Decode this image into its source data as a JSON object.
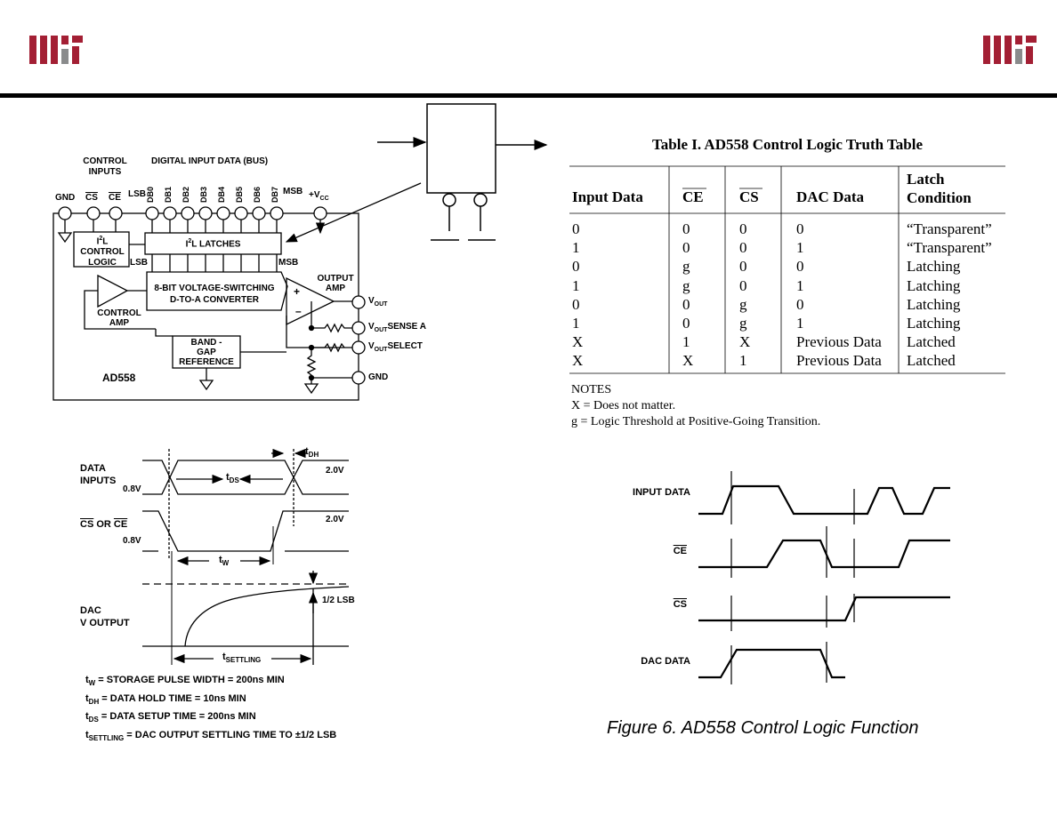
{
  "colors": {
    "mit_red": "#a31f34",
    "mit_gray": "#8a8b8c",
    "rule": "#000000"
  },
  "logo": {
    "text": "MIT"
  },
  "block": {
    "control_inputs": [
      "CONTROL",
      "INPUTS"
    ],
    "digital_input": "DIGITAL INPUT DATA (BUS)",
    "gnd": "GND",
    "cs": "CS",
    "ce": "CE",
    "lsb": "LSB",
    "msb": "MSB",
    "vcc": "+V",
    "vcc_sub": "CC",
    "db": [
      "DB0",
      "DB1",
      "DB2",
      "DB3",
      "DB4",
      "DB5",
      "DB6",
      "DB7"
    ],
    "i2l": "I",
    "i2l_sup": "2",
    "i2l_rest": "L",
    "control": "CONTROL",
    "logic": "LOGIC",
    "latches_rest": "L LATCHES",
    "dac_line1": "8-BIT VOLTAGE-SWITCHING",
    "dac_line2": "D-TO-A CONVERTER",
    "output_amp": [
      "OUTPUT",
      "AMP"
    ],
    "control_amp": [
      "CONTROL",
      "AMP"
    ],
    "vout": "V",
    "vout_sub": "OUT",
    "sense": "SENSE A",
    "select": "SELECT",
    "bandgap": [
      "BAND -",
      "GAP",
      "REFERENCE"
    ],
    "chip": "AD558",
    "gnd2": "GND",
    "plus": "+",
    "minus": "–"
  },
  "table": {
    "title": "Table I.  AD558 Control Logic Truth Table",
    "headers": [
      "Input Data",
      "CE",
      "CS",
      "DAC Data",
      "Latch",
      "Condition"
    ],
    "rows": [
      [
        "0",
        "0",
        "0",
        "0",
        "“Transparent”"
      ],
      [
        "1",
        "0",
        "0",
        "1",
        "“Transparent”"
      ],
      [
        "0",
        "g",
        "0",
        "0",
        "Latching"
      ],
      [
        "1",
        "g",
        "0",
        "1",
        "Latching"
      ],
      [
        "0",
        "0",
        "g",
        "0",
        "Latching"
      ],
      [
        "1",
        "0",
        "g",
        "1",
        "Latching"
      ],
      [
        "X",
        "1",
        "X",
        "Previous Data",
        "Latched"
      ],
      [
        "X",
        "X",
        "1",
        "Previous Data",
        "Latched"
      ]
    ],
    "notes": [
      "NOTES",
      "X = Does not matter.",
      "g = Logic Threshold at Positive-Going Transition."
    ]
  },
  "timing": {
    "data": "DATA",
    "inputs": "INPUTS",
    "v08": "0.8V",
    "v20": "2.0V",
    "t": "t",
    "dh": "DH",
    "ds": "DS",
    "w": "W",
    "settling": "SETTLING",
    "cs_or_ce": [
      "CS",
      " OR ",
      "CE"
    ],
    "dac": "DAC",
    "vout": "V OUTPUT",
    "half_lsb": "1/2 LSB",
    "legend": [
      {
        "sub": "W",
        "text": " = STORAGE PULSE WIDTH = 200ns MIN"
      },
      {
        "sub": "DH",
        "text": " = DATA HOLD TIME = 10ns MIN"
      },
      {
        "sub": "DS",
        "text": " = DATA SETUP TIME = 200ns MIN"
      },
      {
        "sub": "SETTLING",
        "text": " = DAC OUTPUT SETTLING TIME TO ±1/2 LSB"
      }
    ]
  },
  "fig6": {
    "labels": [
      "INPUT DATA",
      "CE",
      "CS",
      "DAC DATA"
    ],
    "caption": "Figure 6.  AD558 Control Logic Function"
  }
}
